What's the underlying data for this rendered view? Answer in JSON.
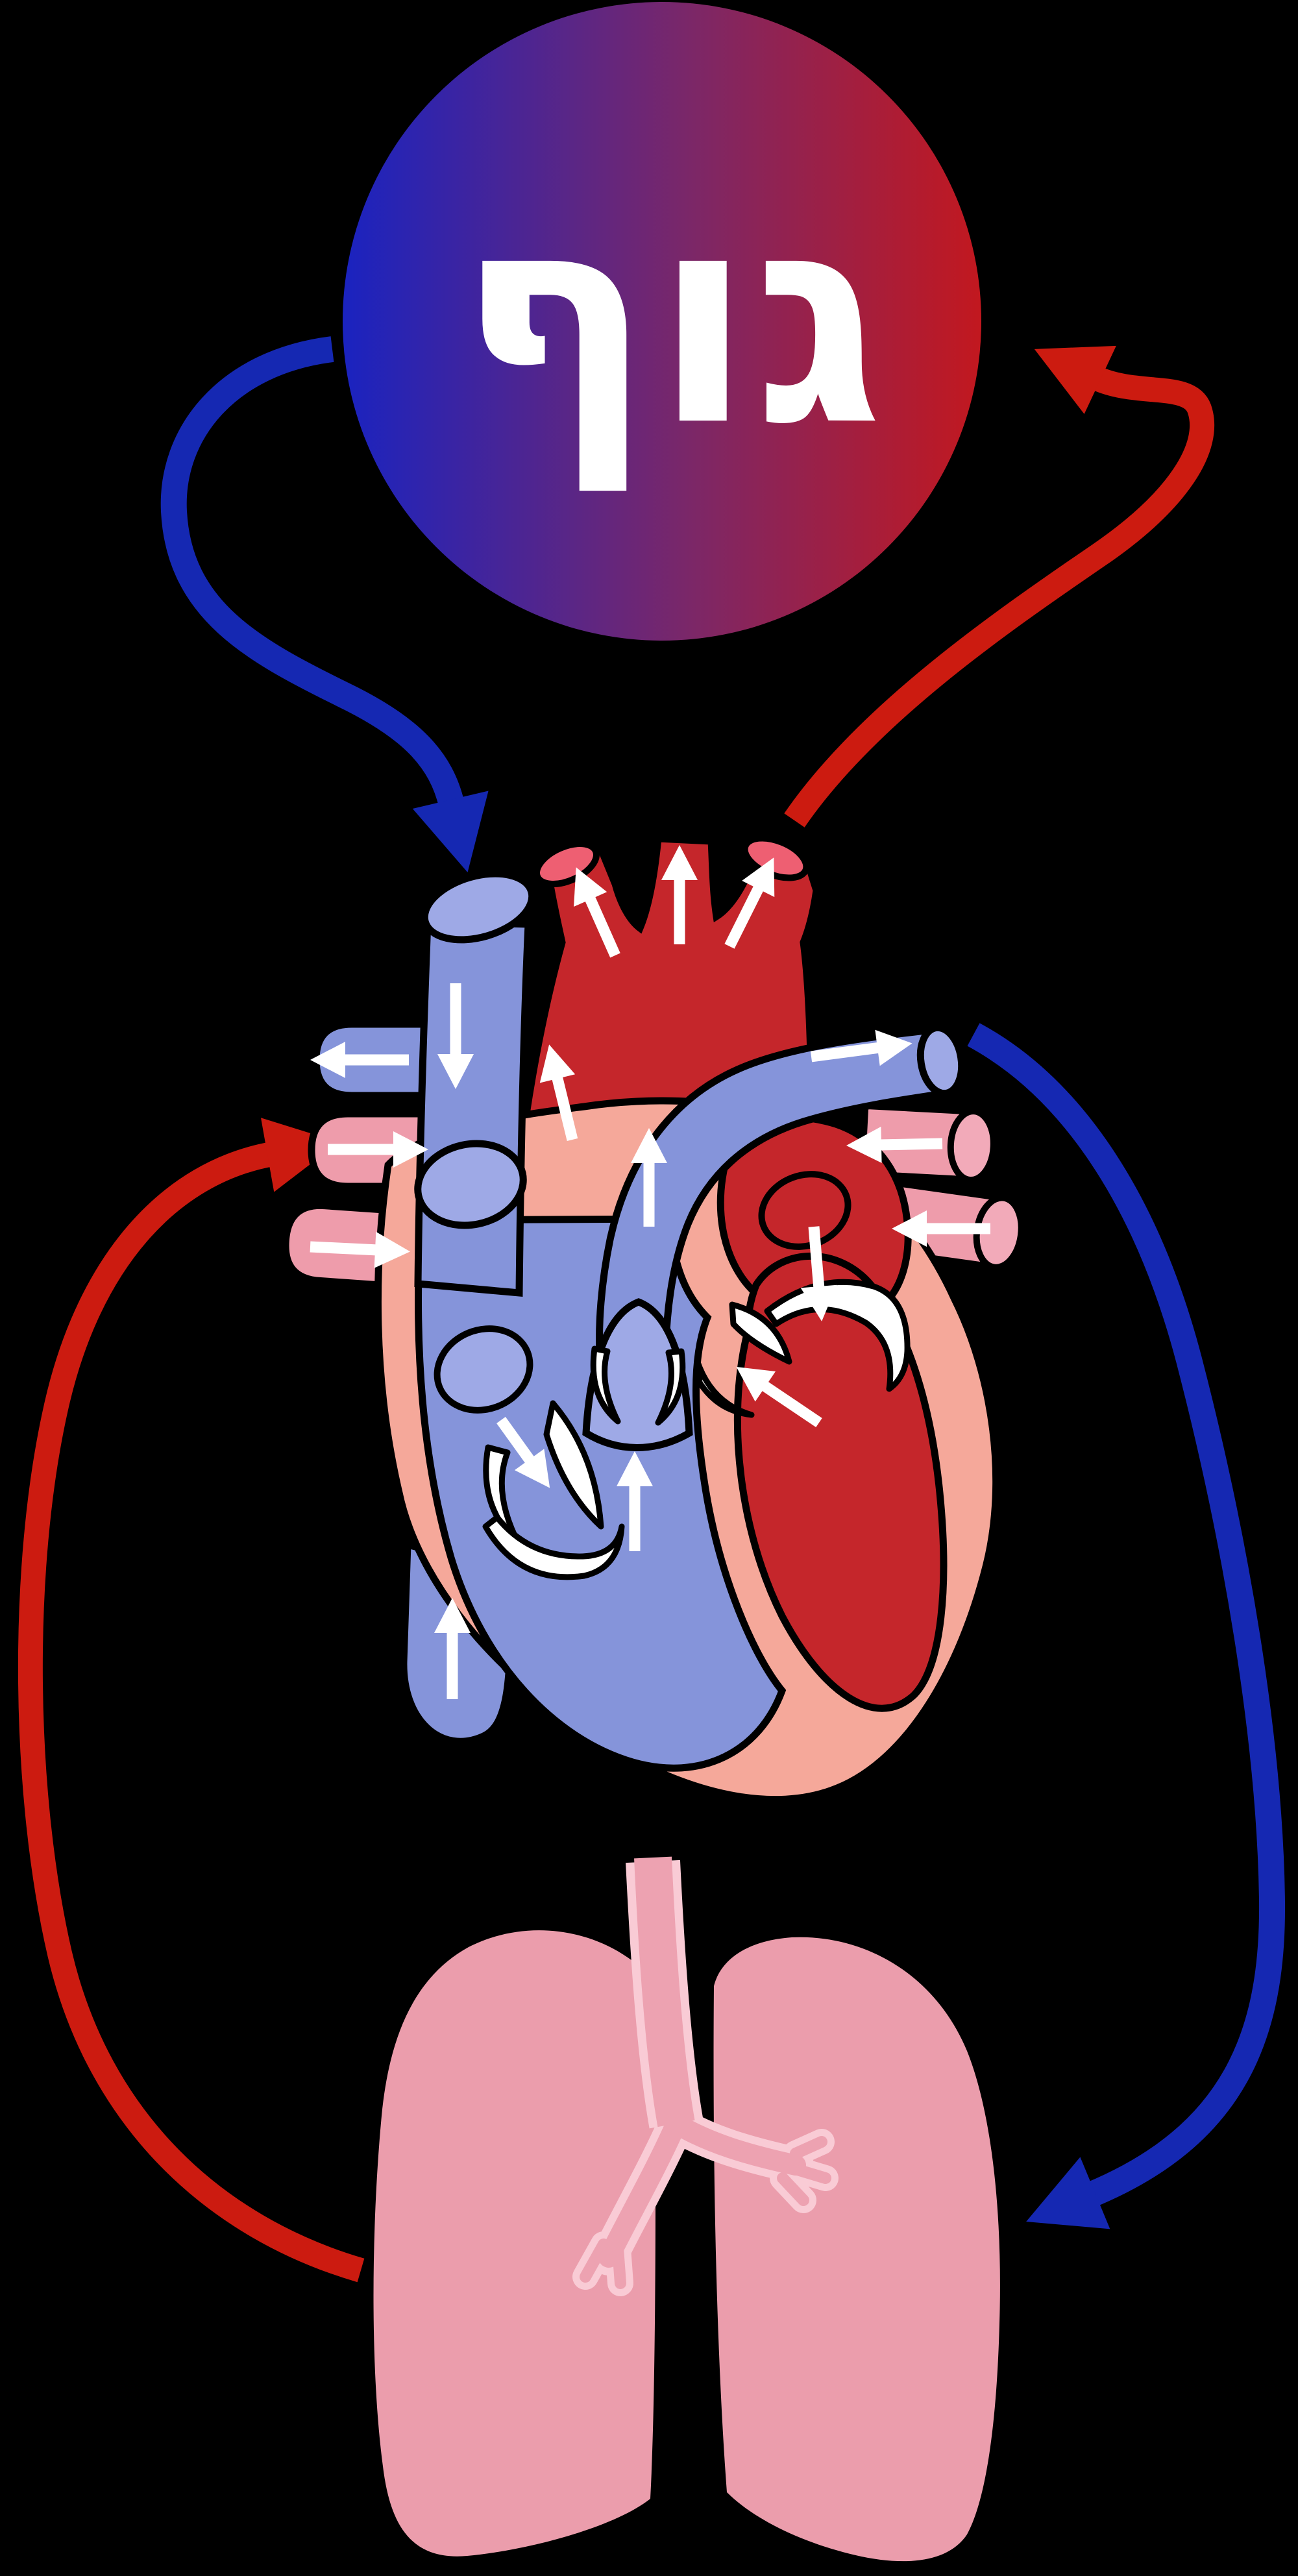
{
  "diagram": {
    "title": "Systemic and pulmonary blood circulation diagram",
    "body_circle": {
      "label": "גוף",
      "meaning": "body"
    },
    "organs": [
      "body",
      "heart",
      "lungs"
    ],
    "heart_parts": [
      "superior-vena-cava",
      "inferior-vena-cava",
      "aorta",
      "aortic-arch-branches",
      "pulmonary-trunk",
      "left-pulmonary-artery",
      "left-pulmonary-veins",
      "right-pulmonary-veins",
      "right-atrium",
      "right-ventricle",
      "left-atrium",
      "left-ventricle",
      "tricuspid-valve",
      "pulmonary-valve",
      "aortic-valve",
      "mitral-valve",
      "fossa-ovalis"
    ],
    "flows": [
      {
        "name": "body-to-heart",
        "blood": "deoxygenated",
        "color_key": "arrow_blue"
      },
      {
        "name": "heart-to-lungs",
        "blood": "deoxygenated",
        "color_key": "arrow_blue"
      },
      {
        "name": "lungs-to-heart",
        "blood": "oxygenated",
        "color_key": "arrow_red"
      },
      {
        "name": "heart-to-body",
        "blood": "oxygenated",
        "color_key": "arrow_red"
      }
    ]
  },
  "colors": {
    "background": "#000000",
    "deoxygenated": "#8594da",
    "deoxygenated_light": "#9ea9e6",
    "oxygenated_red": "#c5262b",
    "aorta_cut": "#ee5f72",
    "vein_pink": "#ee9cab",
    "vein_pink_light": "#f2aab9",
    "heart_wall": "#f5a89a",
    "lung_pink": "#eb9dac",
    "airway_outline": "#f9cbd5",
    "airway_fill": "#eda2b1",
    "arrow_blue": "#1528b2",
    "arrow_red": "#cc1b10",
    "flow_arrow": "#ffffff",
    "outline": "#000000",
    "circle_gradient_left": "#1a23c0",
    "circle_gradient_mid": "#7c2767",
    "circle_gradient_right": "#c2181f",
    "label_color": "#ffffff"
  }
}
